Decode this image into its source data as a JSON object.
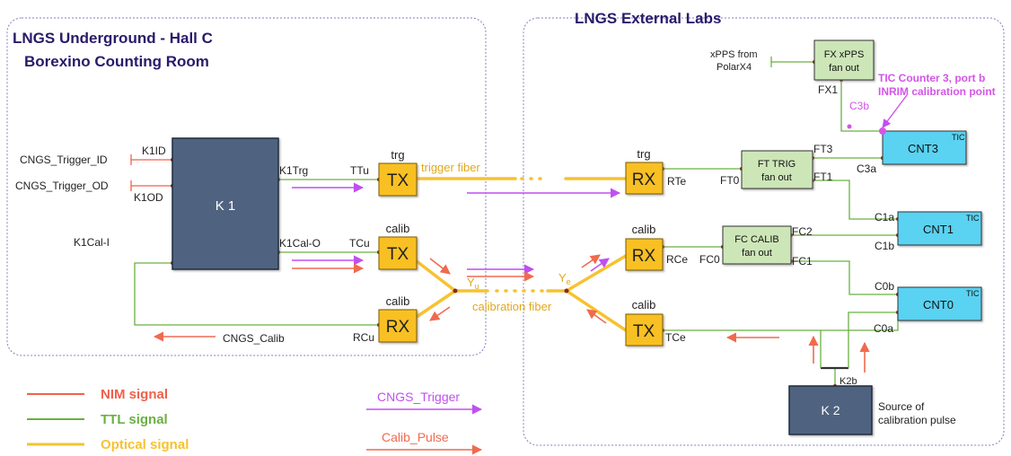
{
  "colors": {
    "nim": "#f0604a",
    "ttl": "#6ab042",
    "optical": "#f7c230",
    "trigger_arrow": "#c04ff0",
    "calib_arrow": "#f06a50",
    "block_yellow": "#f8c020",
    "block_green": "#cde6b8",
    "block_cyan": "#5ad2f2",
    "block_slate": "#4f6480",
    "title_text": "#2a1a6a",
    "tic_callout": "#d355e8"
  },
  "regions": {
    "underground_title_1": "LNGS Underground - Hall C",
    "underground_title_2": "Borexino Counting Room",
    "external_title": "LNGS External Labs"
  },
  "blocks": {
    "k1": "K 1",
    "k2": "K 2",
    "tx": "TX",
    "rx": "RX",
    "trg": "trg",
    "calib": "calib",
    "fx_line1": "FX xPPS",
    "fx_line2": "fan out",
    "ft_line1": "FT  TRIG",
    "ft_line2": "fan out",
    "fc_line1": "FC CALIB",
    "fc_line2": "fan out",
    "cnt3": "CNT3",
    "cnt1": "CNT1",
    "cnt0": "CNT0",
    "tic": "TIC"
  },
  "ports": {
    "k1id": "K1ID",
    "k1od": "K1OD",
    "k1trg": "K1Trg",
    "k1cal_o": "K1Cal-O",
    "k1cal_i": "K1Cal-I",
    "ttu": "TTu",
    "tcu": "TCu",
    "rcu": "RCu",
    "rte": "RTe",
    "rce": "RCe",
    "tce": "TCe",
    "ft0": "FT0",
    "ft3": "FT3",
    "ft1": "FT1",
    "fc0": "FC0",
    "fc2": "FC2",
    "fc1": "FC1",
    "fx1": "FX1",
    "c3b": "C3b",
    "c3a": "C3a",
    "c1a": "C1a",
    "c1b": "C1b",
    "c0b": "C0b",
    "c0a": "C0a",
    "k2b": "K2b",
    "yu": "Y",
    "yu_sub": "u",
    "ye": "Y",
    "ye_sub": "e"
  },
  "signals": {
    "cngs_trigger_id": "CNGS_Trigger_ID",
    "cngs_trigger_od": "CNGS_Trigger_OD",
    "cngs_calib": "CNGS_Calib",
    "trigger_fiber": "trigger fiber",
    "calibration_fiber": "calibration fiber",
    "xpps_line1": "xPPS from",
    "xpps_line2": "PolarX4",
    "tic_callout_1": "TIC Counter 3, port b",
    "tic_callout_2": "INRIM calibration point",
    "source_line1": "Source of",
    "source_line2": "calibration pulse"
  },
  "legend": {
    "nim": "NIM signal",
    "ttl": "TTL signal",
    "optical": "Optical signal",
    "cngs_trigger": "CNGS_Trigger",
    "calib_pulse": "Calib_Pulse"
  }
}
